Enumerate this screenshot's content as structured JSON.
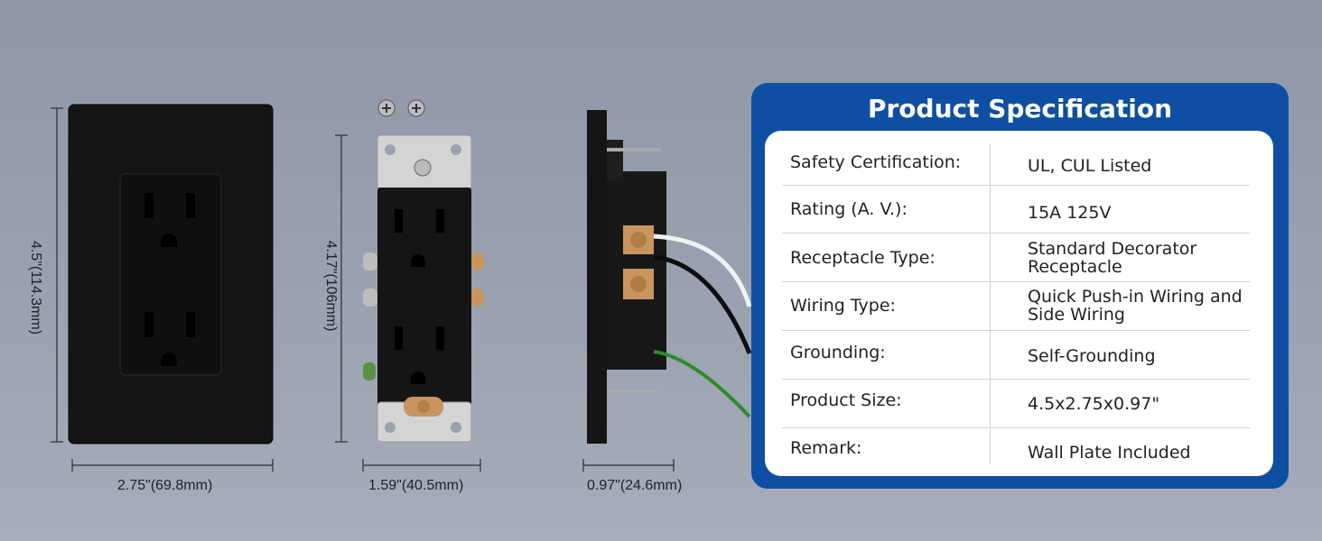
{
  "dimensions": {
    "plate_height": "4.5\"(114.3mm)",
    "plate_width": "2.75\"(69.8mm)",
    "receptacle_height": "4.17\"(106mm)",
    "receptacle_width": "1.59\"(40.5mm)",
    "depth": "0.97\"(24.6mm)"
  },
  "spec": {
    "title": "Product Specification",
    "rows": [
      {
        "label": "Safety Certification:",
        "value": "UL, CUL Listed"
      },
      {
        "label": "Rating (A. V.):",
        "value": "15A 125V"
      },
      {
        "label": "Receptacle Type:",
        "value": "Standard Decorator Receptacle"
      },
      {
        "label": "Wiring Type:",
        "value": "Quick Push-in Wiring and Side Wiring"
      },
      {
        "label": "Grounding:",
        "value": "Self-Grounding"
      },
      {
        "label": "Product Size:",
        "value": "4.5x2.75x0.97\""
      },
      {
        "label": "Remark:",
        "value": "Wall Plate Included"
      }
    ]
  },
  "colors": {
    "panel_blue": "#0e4fa3",
    "device_black": "#141414",
    "metal": "#cfcfcf",
    "brass": "#c8955e",
    "ground_green": "#2f8a2a"
  }
}
